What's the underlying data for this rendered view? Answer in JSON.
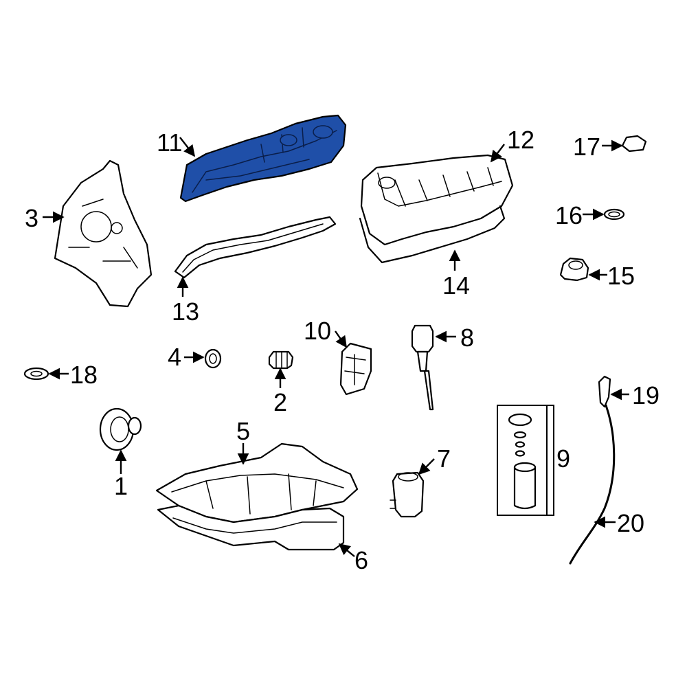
{
  "highlight_color": "#1f4fa8",
  "highlighted_part": "11",
  "callouts": {
    "c1": "1",
    "c2": "2",
    "c3": "3",
    "c4": "4",
    "c5": "5",
    "c6": "6",
    "c7": "7",
    "c8": "8",
    "c9": "9",
    "c10": "10",
    "c11": "11",
    "c12": "12",
    "c13": "13",
    "c14": "14",
    "c15": "15",
    "c16": "16",
    "c17": "17",
    "c18": "18",
    "c19": "19",
    "c20": "20"
  }
}
